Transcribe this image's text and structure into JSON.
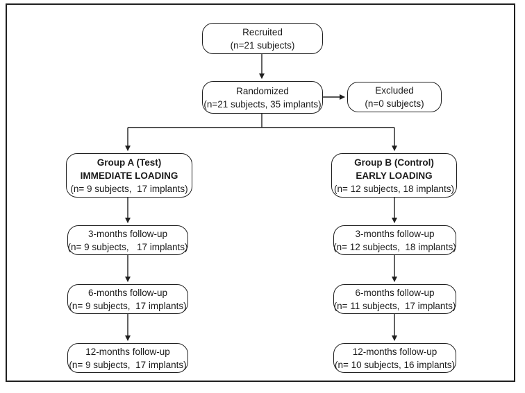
{
  "colors": {
    "frame_border": "#1f1f1f",
    "box_border": "#1f1f1f",
    "line": "#1f1f1f",
    "text": "#1a1a1a",
    "background": "#ffffff"
  },
  "flowchart": {
    "recruited": {
      "line1": "Recruited",
      "line2": "(n=21 subjects)"
    },
    "randomized": {
      "line1": "Randomized",
      "line2": "(n=21 subjects, 35 implants)"
    },
    "excluded": {
      "line1": "Excluded",
      "line2": "(n=0 subjects)"
    },
    "group_a": {
      "line1": "Group A (Test)",
      "line2": "IMMEDIATE LOADING",
      "line3": "(n= 9 subjects,  17 implants)"
    },
    "group_b": {
      "line1": "Group B (Control)",
      "line2": "EARLY LOADING",
      "line3": "(n= 12 subjects, 18 implants)"
    },
    "group_a_3m": {
      "line1": "3-months follow-up",
      "line2": "(n= 9 subjects,   17 implants)"
    },
    "group_a_6m": {
      "line1": "6-months follow-up",
      "line2": "(n= 9 subjects,  17 implants)"
    },
    "group_a_12m": {
      "line1": "12-months follow-up",
      "line2": "(n= 9 subjects,  17 implants)"
    },
    "group_b_3m": {
      "line1": "3-months follow-up",
      "line2": "(n= 12 subjects,  18 implants)"
    },
    "group_b_6m": {
      "line1": "6-months follow-up",
      "line2": "(n= 11 subjects,  17 implants)"
    },
    "group_b_12m": {
      "line1": "12-months follow-up",
      "line2": "(n= 10 subjects, 16 implants)"
    }
  }
}
